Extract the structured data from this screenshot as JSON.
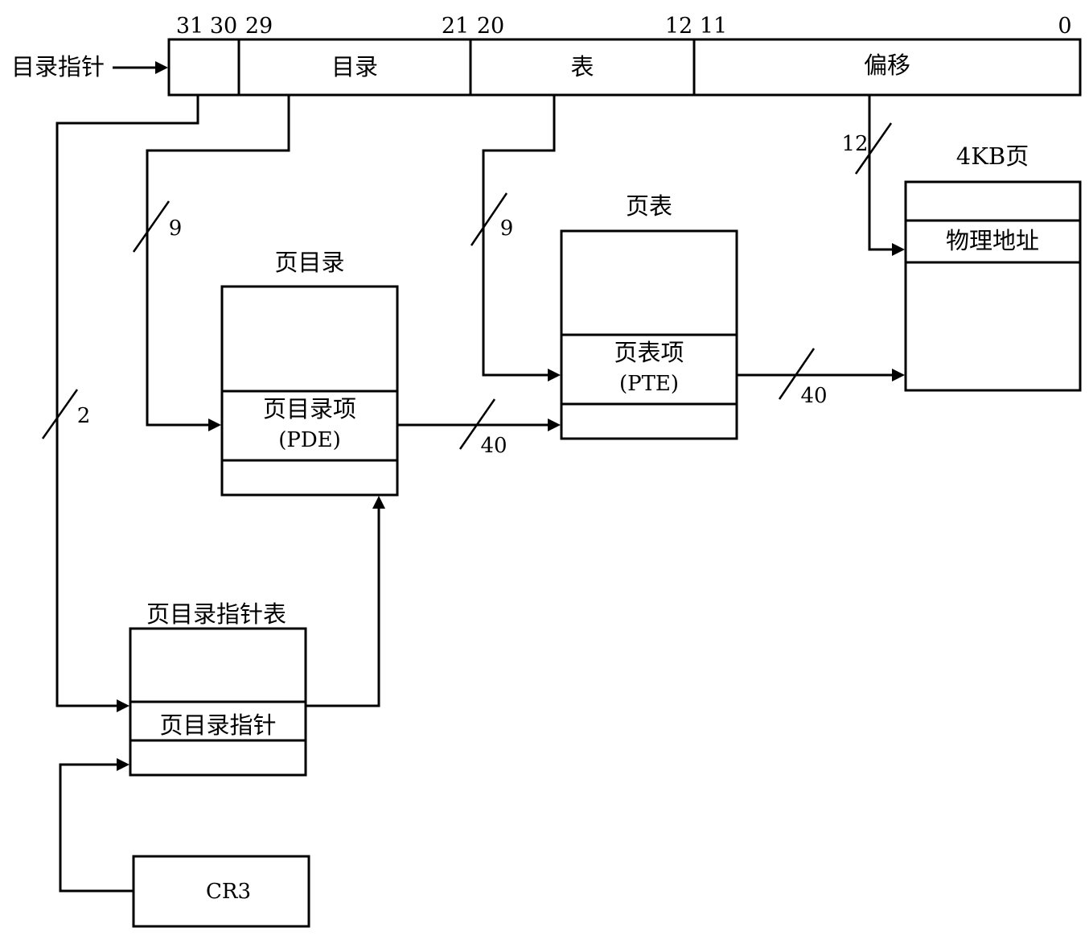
{
  "address_register": {
    "label": "目录指针",
    "fields": {
      "directory": "目录",
      "table": "表",
      "offset": "偏移"
    },
    "bit_labels": [
      "31",
      "30",
      "29",
      "21",
      "20",
      "12",
      "11",
      "0"
    ]
  },
  "widths": {
    "pdpt_index": "2",
    "dir_index": "9",
    "table_index": "9",
    "offset": "12",
    "pde_to_pt": "40",
    "pte_to_page": "40"
  },
  "page_directory": {
    "title": "页目录",
    "entry_line1": "页目录项",
    "entry_line2": "(PDE)"
  },
  "page_table": {
    "title": "页表",
    "entry_line1": "页表项",
    "entry_line2": "(PTE)"
  },
  "page": {
    "title": "4KB页",
    "entry": "物理地址"
  },
  "pdpt": {
    "title": "页目录指针表",
    "entry": "页目录指针"
  },
  "cr3": {
    "label": "CR3"
  }
}
